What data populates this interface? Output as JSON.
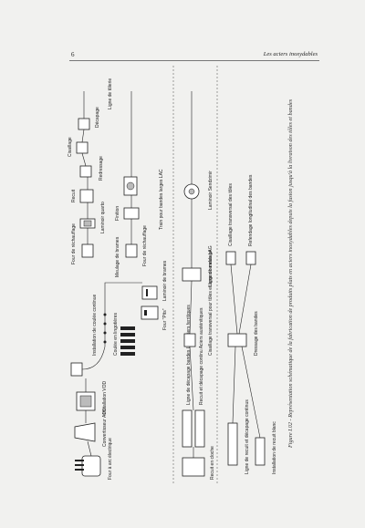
{
  "header": {
    "page_number": "6",
    "running_title": "Les aciers inoxydables"
  },
  "figure": {
    "caption": "Figure I.02 - Représentation schématique de la fabrication de produits plats en aciers inoxydables depuis la fusion jusqu'à la livraison des tôles et bandes",
    "labels": {
      "four_arc": "Four à arc électrique",
      "convertisseur": "Convertisseur AOD",
      "installation_vod": "Installation VOD",
      "coulee_continue": "Installation de coulée continue",
      "coulee_lingotieres": "Coulée en lingotières",
      "four_pits": "Four \"Pits\"",
      "laminoir_brames": "Laminoir de brames",
      "meulage_brames": "Meulage de brames",
      "four_rechauffage_1": "Four de réchauffage",
      "four_rechauffage_2": "Four de réchauffage",
      "laminoir_quarto": "Laminoir quarto",
      "finition": "Finition",
      "recuit": "Recuit",
      "redressage": "Redressage",
      "cisaillage": "Cisaillage",
      "decapage": "Décapage",
      "ligne_tolerie": "Ligne de tôlerie",
      "train_bandes": "Train pour bandes larges LAC",
      "laminoir_sendzimir": "Laminoir Sendzimir",
      "ligne_meulage": "Ligne de meulage",
      "recuit_en_cloche": "Recuit en cloche",
      "ligne_decapage": "Ligne de décapage bandes LAC Aciers ferritiques",
      "recuit_decapage": "Recuit et décapage continu Aciers austénitiques",
      "cisaillage_transversal_1": "Cisaillage transversal pour tôles et larges bandes LAG",
      "cisaillage_transversal_2": "Cisaillage transversal des tôles",
      "refendage": "Refendage longitudinal des bandes",
      "ligne_recuit_decapage": "Ligne de recuit et décapage continus",
      "dressage_bandes": "Dressage des bandes",
      "recuit_blanc": "Installation de recuit blanc"
    }
  }
}
